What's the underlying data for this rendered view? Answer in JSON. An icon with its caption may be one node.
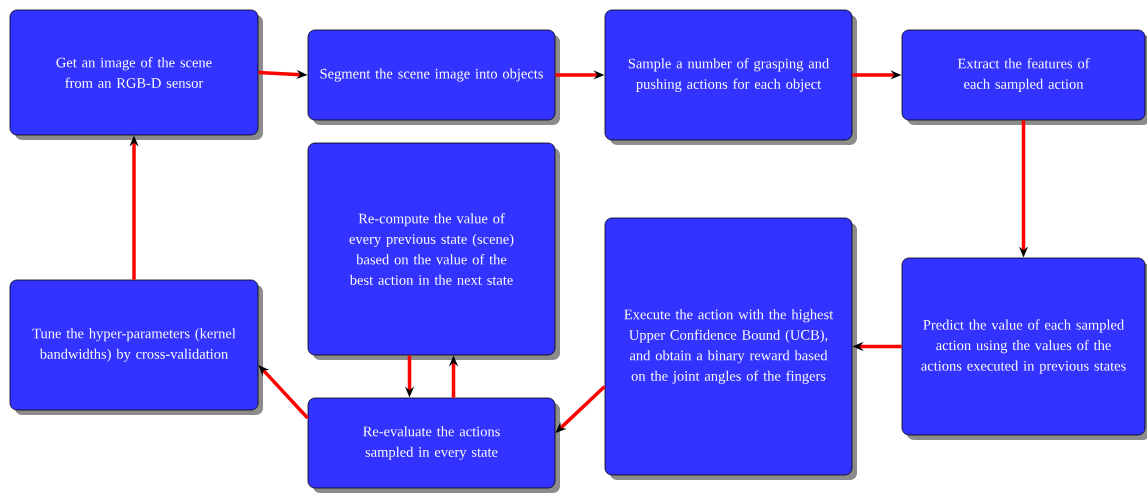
{
  "diagram": {
    "nodes": [
      {
        "text": [
          "Get an image of the scene from an RGB-D sensor"
        ]
      },
      {
        "text": [
          "Segment the scene image into objects"
        ]
      },
      {
        "text": [
          "Sample a number of grasping and pushing actions for each object"
        ]
      },
      {
        "text": [
          "Extract the features of each sampled action"
        ]
      },
      {
        "text": [
          "Predict the value of each sampled action using the values of the actions executed in previous states"
        ]
      },
      {
        "text": [
          "Execute the action with the highest Upper Confidence Bound (UCB), and obtain a binary reward based on the joint angles of the fingers"
        ]
      },
      {
        "text": [
          "Re-evaluate the actions sampled in every state"
        ]
      },
      {
        "text": [
          "Re-compute the value of every previous state (scene) based on the value of the best action in the next state"
        ]
      },
      {
        "text": [
          "Tune the hyper-parameters (kernel bandwidths) by cross-validation"
        ]
      }
    ],
    "edges": [
      {
        "from": 0,
        "to": 1,
        "arrow": "to"
      },
      {
        "from": 1,
        "to": 2,
        "arrow": "to"
      },
      {
        "from": 2,
        "to": 3,
        "arrow": "to"
      },
      {
        "from": 3,
        "to": 4,
        "arrow": "to"
      },
      {
        "from": 4,
        "to": 5,
        "arrow": "to"
      },
      {
        "from": 5,
        "to": 6,
        "arrow": "to"
      },
      {
        "from": 6,
        "to": 7,
        "arrow": "to"
      },
      {
        "from": 7,
        "to": 6,
        "arrow": "to"
      },
      {
        "from": 6,
        "to": 8,
        "arrow": "to"
      },
      {
        "from": 8,
        "to": 0,
        "arrow": "to"
      }
    ]
  }
}
